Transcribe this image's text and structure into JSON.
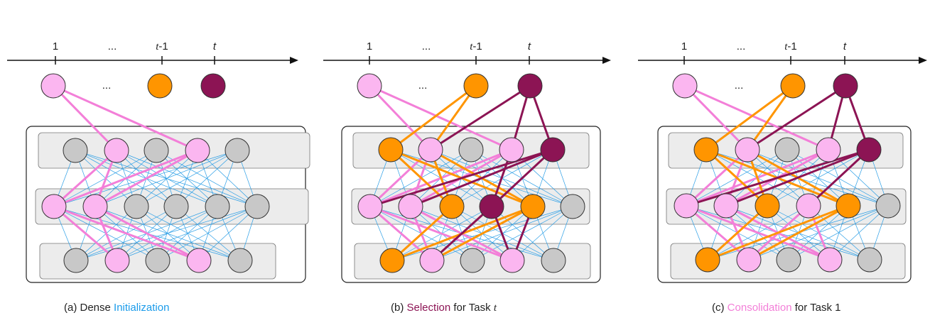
{
  "colors": {
    "pink": "#fbb6f0",
    "orange": "#ff9500",
    "maroon": "#8c1454",
    "gray": "#c8c8c8",
    "blue_edge": "#2a9ee6",
    "pink_edge": "#f37fd8",
    "init_text": "#1a9bea",
    "selection_text": "#8c1454",
    "consolidation_text": "#f37fd8"
  },
  "panels": [
    {
      "timeline": {
        "tick1": "1",
        "ellipsis": "...",
        "tick_prev_italic": "t",
        "tick_prev_suffix": "-1",
        "tick_last": "t"
      },
      "task_ellipsis": "...",
      "tasks": [
        "pink",
        "orange",
        "maroon"
      ],
      "layers": [
        [
          "gray",
          "pink",
          "gray",
          "pink",
          "gray"
        ],
        [
          "pink",
          "pink",
          "gray",
          "gray",
          "gray",
          "gray"
        ],
        [
          "gray",
          "pink",
          "gray",
          "pink",
          "gray"
        ]
      ],
      "caption": {
        "prefix": "(a) Dense ",
        "highlight": "Initialization",
        "suffix": "",
        "italic": ""
      }
    },
    {
      "timeline": {
        "tick1": "1",
        "ellipsis": "...",
        "tick_prev_italic": "t",
        "tick_prev_suffix": "-1",
        "tick_last": "t"
      },
      "task_ellipsis": "...",
      "tasks": [
        "pink",
        "orange",
        "maroon"
      ],
      "layers": [
        [
          "orange",
          "pink",
          "gray",
          "pink",
          "maroon"
        ],
        [
          "pink",
          "pink",
          "orange",
          "maroon",
          "orange",
          "gray"
        ],
        [
          "orange",
          "pink",
          "gray",
          "pink",
          "gray"
        ]
      ],
      "caption": {
        "prefix": "(b) ",
        "highlight": "Selection",
        "suffix": " for Task ",
        "italic": "t"
      }
    },
    {
      "timeline": {
        "tick1": "1",
        "ellipsis": "...",
        "tick_prev_italic": "t",
        "tick_prev_suffix": "-1",
        "tick_last": "t"
      },
      "task_ellipsis": "...",
      "tasks": [
        "pink",
        "orange",
        "maroon"
      ],
      "layers": [
        [
          "orange",
          "pink",
          "gray",
          "pink",
          "maroon"
        ],
        [
          "pink",
          "pink",
          "orange",
          "pink",
          "orange",
          "gray"
        ],
        [
          "orange",
          "pink",
          "gray",
          "pink",
          "gray"
        ]
      ],
      "caption": {
        "prefix": "(c) ",
        "highlight": "Consolidation",
        "suffix": " for Task 1",
        "italic": ""
      }
    }
  ]
}
